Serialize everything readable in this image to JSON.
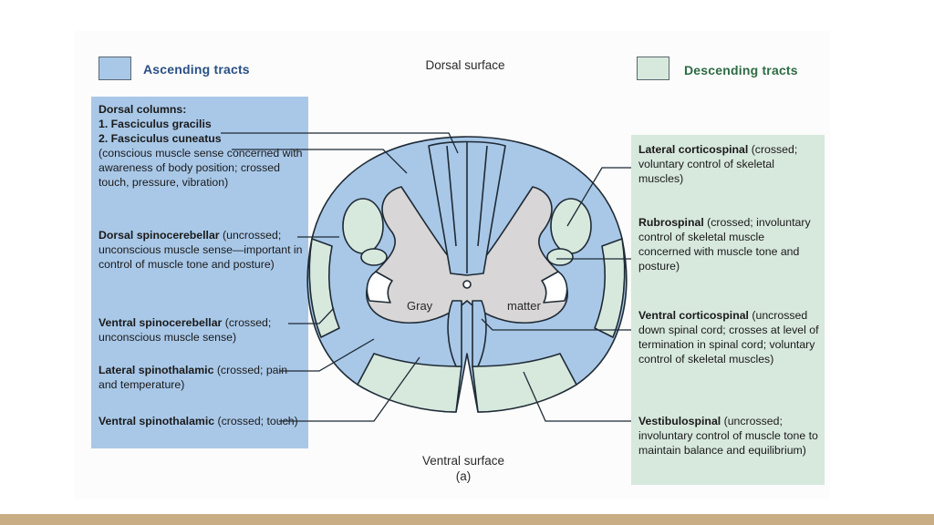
{
  "legend": {
    "ascending": {
      "label": "Ascending tracts",
      "color": "#a9c8e8",
      "text_color": "#2a4f86"
    },
    "descending": {
      "label": "Descending tracts",
      "color": "#d7e8dd",
      "text_color": "#2e6b45"
    }
  },
  "surfaces": {
    "dorsal": "Dorsal surface",
    "ventral": "Ventral surface",
    "figure_letter": "(a)"
  },
  "gray_matter": {
    "left": "Gray",
    "right": "matter"
  },
  "ascending_panel": {
    "heading": "Dorsal columns:",
    "fasciculus_gracilis": "1. Fasciculus gracilis",
    "fasciculus_cuneatus": "2. Fasciculus cuneatus",
    "dorsal_columns_desc": "(conscious muscle sense concerned with awareness of body position; crossed touch, pressure, vibration)",
    "dorsal_spinocerebellar_name": "Dorsal spinocerebellar",
    "dorsal_spinocerebellar_desc": " (uncrossed; unconscious muscle sense—important in control of muscle tone and posture)",
    "ventral_spinocerebellar_name": "Ventral spinocerebellar",
    "ventral_spinocerebellar_desc": " (crossed; unconscious muscle sense)",
    "lateral_spinothalamic_name": "Lateral spinothalamic",
    "lateral_spinothalamic_desc": " (crossed; pain and temperature)",
    "ventral_spinothalamic_name": "Ventral spinothalamic",
    "ventral_spinothalamic_desc": " (crossed; touch)"
  },
  "descending_panel": {
    "lateral_corticospinal_name": "Lateral corticospinal",
    "lateral_corticospinal_desc": " (crossed; voluntary control of skeletal muscles)",
    "rubrospinal_name": "Rubrospinal",
    "rubrospinal_desc": " (crossed; involuntary control of skeletal muscle concerned with muscle tone and posture)",
    "ventral_corticospinal_name": "Ventral corticospinal",
    "ventral_corticospinal_desc": " (uncrossed down spinal cord; crosses at level of termination in spinal cord; voluntary control of skeletal muscles)",
    "vestibulospinal_name": "Vestibulospinal",
    "vestibulospinal_desc": " (uncrossed; involuntary control of muscle tone to maintain balance and equilibrium)"
  },
  "colors": {
    "gray_matter": "#d8d6d6",
    "white_outline": "#1e2a35",
    "bottom_bar": "#c9ad85"
  }
}
